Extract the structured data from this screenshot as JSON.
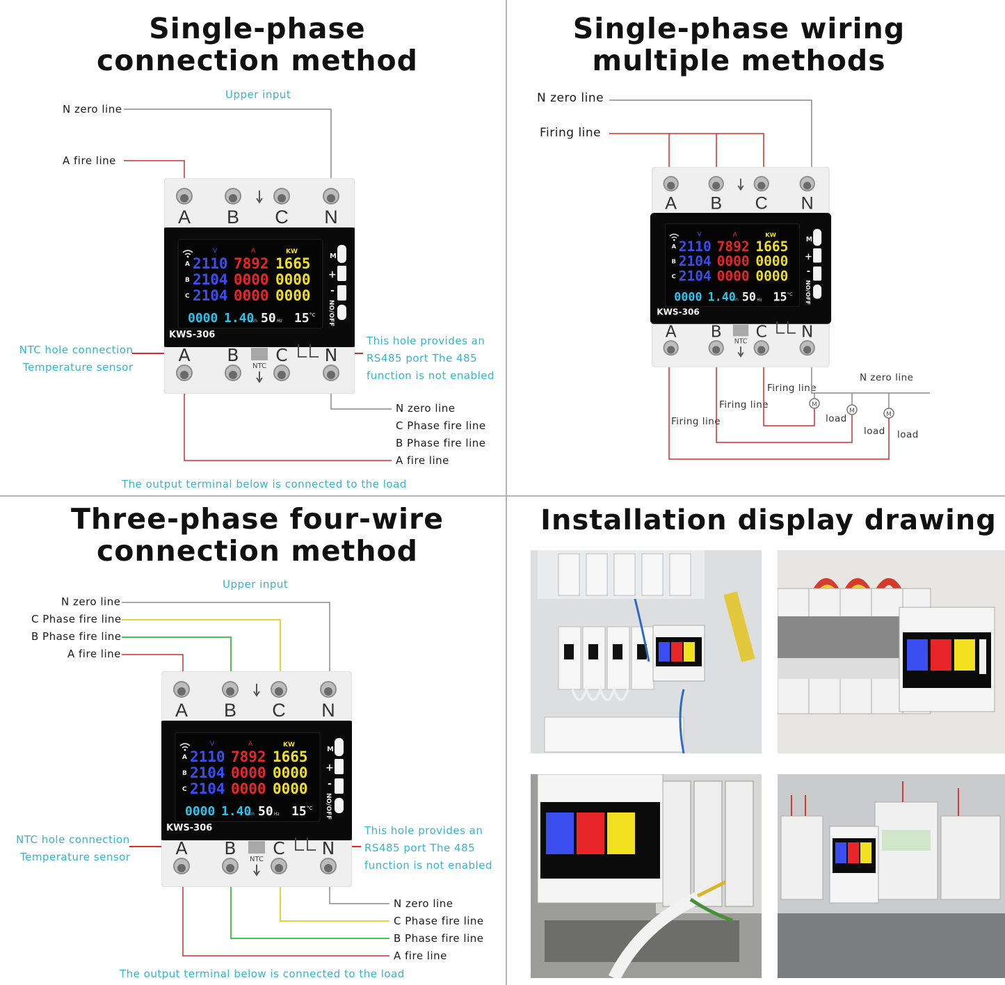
{
  "panels": {
    "single_phase": {
      "title_l1": "Single-phase",
      "title_l2": "connection method",
      "upper_input": "Upper input",
      "n_zero_line": "N zero line",
      "a_fire_line": "A fire line",
      "ntc_l1": "NTC hole connection",
      "ntc_l2": "Temperature sensor",
      "rs485_l1": "This hole provides an",
      "rs485_l2": "RS485 port The 485",
      "rs485_l3": "function is not enabled",
      "out_n": "N zero line",
      "out_c": "C Phase fire line",
      "out_b": "B Phase fire line",
      "out_a": "A fire line",
      "output_note": "The output terminal below is connected to the load"
    },
    "multi_wiring": {
      "title_l1": "Single-phase wiring",
      "title_l2": "multiple methods",
      "n_zero_line": "N zero line",
      "firing_line": "Firing line",
      "n_zero_line_right": "N zero line",
      "firing_1": "Firing line",
      "firing_2": "Firing line",
      "firing_3": "Firing line",
      "load_1": "load",
      "load_2": "load",
      "load_3": "load",
      "motor": "M"
    },
    "three_phase": {
      "title_l1": "Three-phase four-wire",
      "title_l2": "connection method",
      "upper_input": "Upper input",
      "n_zero_line": "N zero line",
      "c_phase": "C Phase fire line",
      "b_phase": "B Phase fire line",
      "a_fire_line": "A fire line",
      "ntc_l1": "NTC hole connection",
      "ntc_l2": "Temperature sensor",
      "rs485_l1": "This hole provides an",
      "rs485_l2": "RS485 port The 485",
      "rs485_l3": "function is not enabled",
      "out_n": "N zero line",
      "out_c": "C Phase fire line",
      "out_b": "B Phase fire line",
      "out_a": "A fire line",
      "output_note": "The output terminal below is connected to the load"
    },
    "install": {
      "title": "Installation display drawing"
    }
  },
  "device": {
    "model": "KWS-306",
    "terminals": [
      "A",
      "B",
      "C",
      "N"
    ],
    "ntc": "NTC",
    "unit_v": "V",
    "unit_a": "A",
    "unit_kw": "KW",
    "phase_labels": [
      "A",
      "B",
      "C"
    ],
    "voltages": [
      "2110",
      "2104",
      "2104"
    ],
    "currents": [
      "7892",
      "0000",
      "0000"
    ],
    "powers": [
      "1665",
      "0000",
      "0000"
    ],
    "energy": "0000",
    "energy_2": "1.40",
    "energy_unit": "kWh",
    "freq": "50",
    "freq_unit": "Hz",
    "temp": "15",
    "temp_unit": "°C",
    "btn_m": "M",
    "btn_plus": "+",
    "btn_minus": "-",
    "btn_onoff": "NO/OFF"
  },
  "colors": {
    "red": "#d42b2b",
    "green": "#43c64a",
    "yellow": "#e8d23a",
    "cyan": "#2fb6d0",
    "grey_wire": "#8a8a8a",
    "lcd_blue": "#3a4ef0",
    "lcd_red": "#e8262a",
    "lcd_yellow": "#f0e020",
    "lcd_cyan": "#28c6ee"
  }
}
